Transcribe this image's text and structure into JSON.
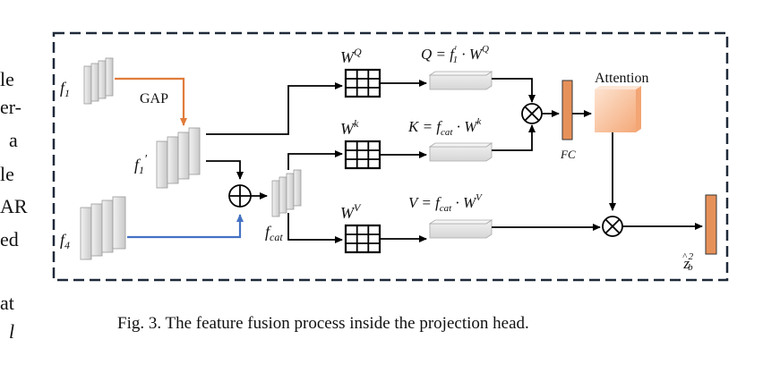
{
  "left_text_fragments": [
    "le",
    "er-",
    "a",
    "le",
    "AR",
    "ed",
    "at",
    "l"
  ],
  "diagram": {
    "inputs": {
      "f1": "f",
      "f1_sub": "1",
      "f4": "f",
      "f4_sub": "4"
    },
    "gap_label": "GAP",
    "f1_prime": "f",
    "f1_prime_sub": "1",
    "f1_prime_mark": "′",
    "fcat": "f",
    "fcat_sub": "cat",
    "weights": {
      "wq": "W",
      "wq_sup": "Q",
      "wk": "W",
      "wk_sup": "k",
      "wv": "W",
      "wv_sup": "V"
    },
    "equations": {
      "q": "Q = f′₁ · Wᵠ",
      "k": "K = fcat · Wᵏ",
      "v": "V = fcat · Wⱽ"
    },
    "q_eq_parts": {
      "lhs": "Q = ",
      "f": "f",
      "prime": "′",
      "sub": "1",
      "dot": " · W",
      "sup": "Q"
    },
    "k_eq_parts": {
      "lhs": "K = ",
      "f": "f",
      "sub": "cat",
      "dot": " · W",
      "sup": "k"
    },
    "v_eq_parts": {
      "lhs": "V = ",
      "f": "f",
      "sub": "cat",
      "dot": " · W",
      "sup": "V"
    },
    "fc_label": "FC",
    "attention_label": "Attention",
    "output": {
      "z": "z",
      "hat": "^",
      "sup": "2",
      "sub": "b"
    }
  },
  "caption": "Fig. 3.  The feature fusion process inside the projection head.",
  "colors": {
    "orange_arrow": "#e07b3a",
    "blue_arrow": "#4472c4",
    "fc_bar": "#e7915a",
    "attention_box": "#f7c2a0",
    "output_bar": "#e7915a"
  }
}
